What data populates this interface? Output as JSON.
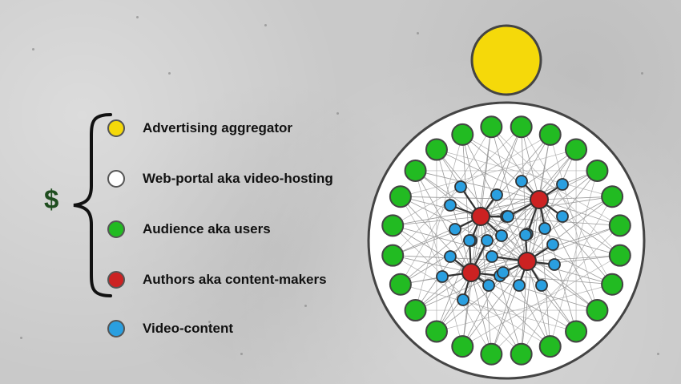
{
  "currency_symbol": "$",
  "legend": [
    {
      "label": "Advertising aggregator",
      "color": "#f5d90a"
    },
    {
      "label": "Web-portal aka video-hosting",
      "color": "#ffffff"
    },
    {
      "label": "Audience aka users",
      "color": "#22bb22"
    },
    {
      "label": "Authors aka content-makers",
      "color": "#cc2222"
    },
    {
      "label": "Video-content",
      "color": "#2a9fe0"
    }
  ],
  "colors": {
    "aggregator": "#f5d90a",
    "portal": "#ffffff",
    "audience": "#22bb22",
    "author": "#cc2222",
    "content": "#2a9fe0",
    "outline": "#555555",
    "currency": "#1f4d1f"
  }
}
